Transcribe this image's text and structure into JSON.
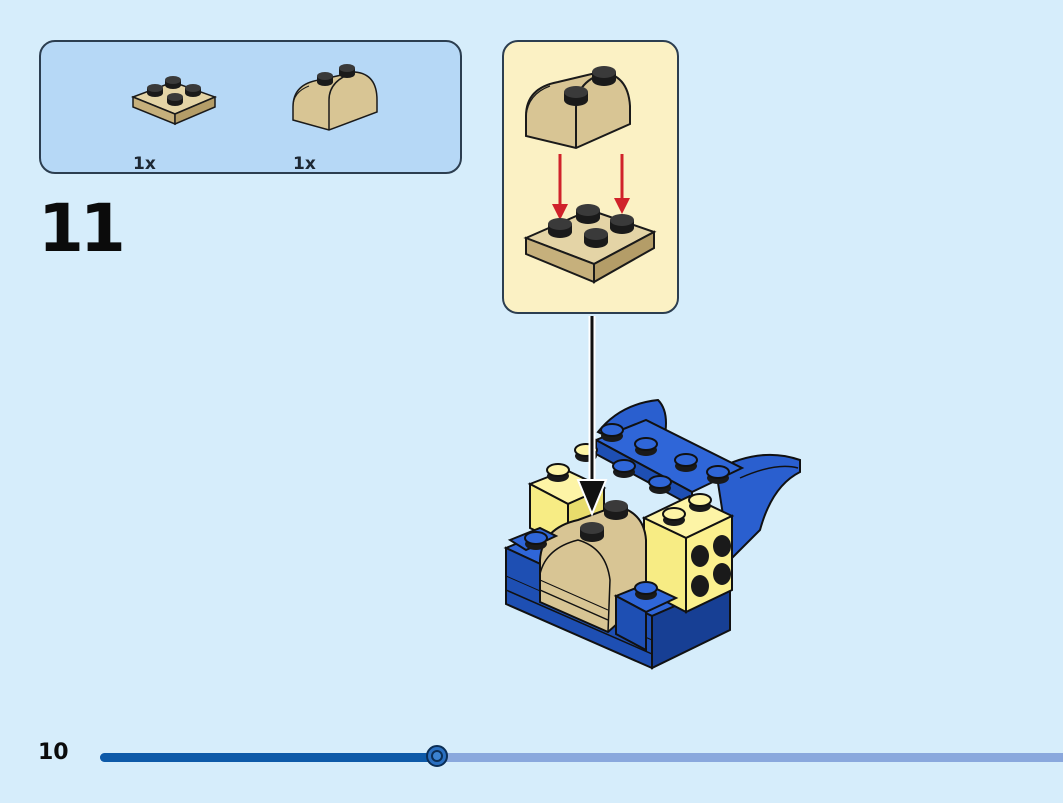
{
  "step": {
    "number": "11"
  },
  "parts": [
    {
      "name": "tan-2x2-plate",
      "quantity": "1x"
    },
    {
      "name": "tan-2x2-curved-slope",
      "quantity": "1x"
    }
  ],
  "page": {
    "number": "10"
  },
  "progress": {
    "fraction": 0.35
  },
  "colors": {
    "background": "#d6edfb",
    "parts_panel": "#b6d8f6",
    "callout": "#fbf1c4",
    "tan": "#d8c594",
    "blue": "#2a5fcf",
    "yellow": "#fbf08e",
    "arrow_red": "#d0222a",
    "progress_fill": "#0e5aa8",
    "progress_track": "#8aa8dd"
  }
}
